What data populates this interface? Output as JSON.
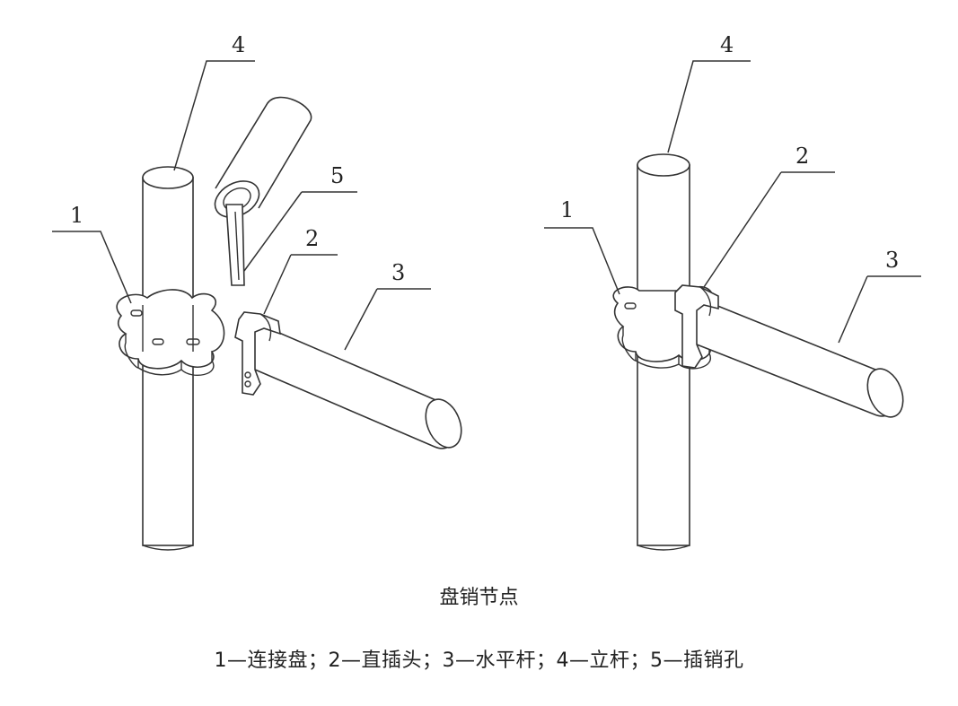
{
  "left_figure": {
    "labels": [
      "1",
      "2",
      "3",
      "4",
      "5"
    ]
  },
  "right_figure": {
    "labels": [
      "1",
      "2",
      "3",
      "4"
    ]
  },
  "caption": "盘销节点",
  "legend": "1—连接盘；2—直插头；3—水平杆；4—立杆；5—插销孔"
}
